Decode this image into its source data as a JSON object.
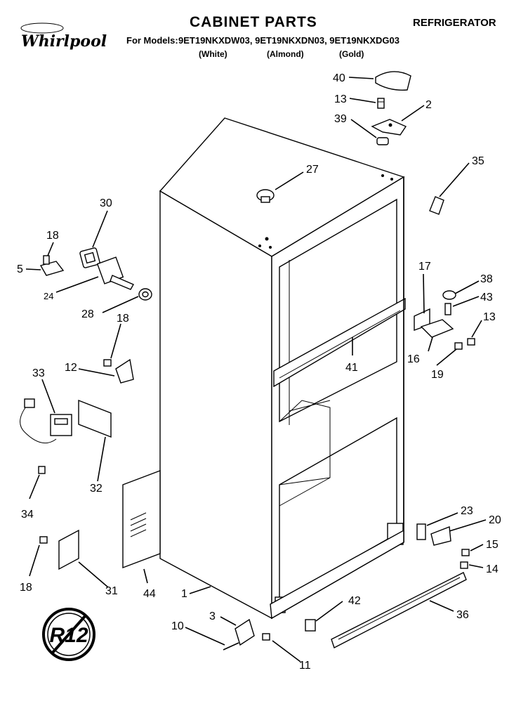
{
  "brand": {
    "logo_text": "Whirlpool"
  },
  "header": {
    "title": "CABINET PARTS",
    "category": "REFRIGERATOR",
    "models_prefix": "For Models:",
    "models_list": "9ET19NKXDW03, 9ET19NKXDN03, 9ET19NKXDG03",
    "variants": [
      "(White)",
      "(Almond)",
      "(Gold)"
    ]
  },
  "callouts": [
    "40",
    "13",
    "2",
    "39",
    "35",
    "27",
    "30",
    "18",
    "5",
    "24",
    "28",
    "18",
    "12",
    "33",
    "32",
    "34",
    "17",
    "38",
    "43",
    "13",
    "16",
    "19",
    "41",
    "23",
    "20",
    "15",
    "14",
    "36",
    "42",
    "3",
    "10",
    "11",
    "1",
    "44",
    "31",
    "18"
  ],
  "seal": {
    "text": "R12"
  },
  "colors": {
    "ink": "#000000",
    "paper": "#ffffff"
  }
}
